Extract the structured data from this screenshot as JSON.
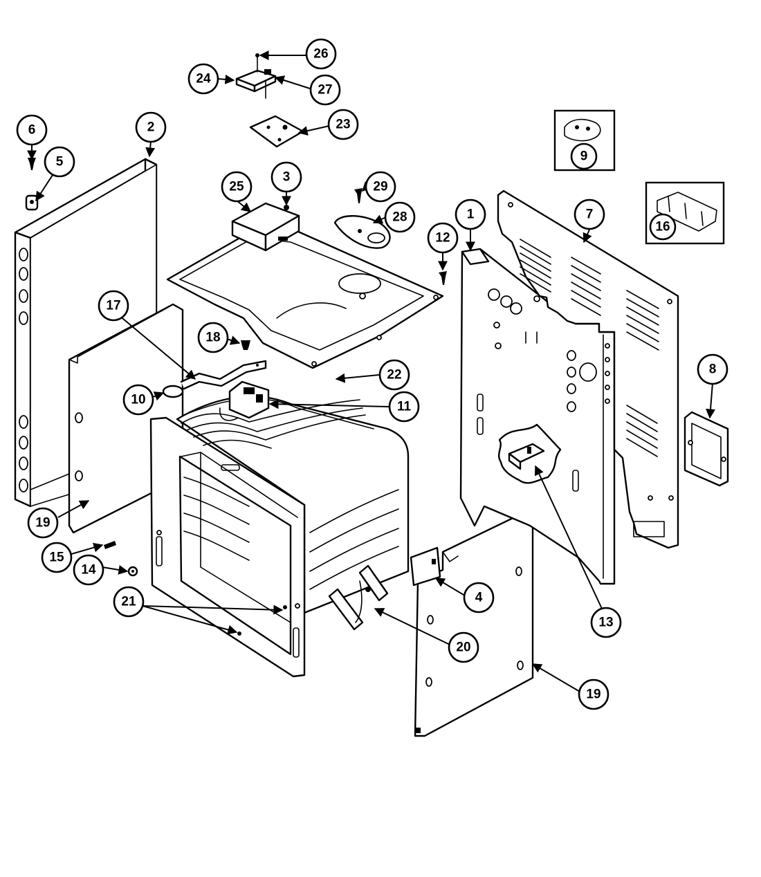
{
  "callouts": {
    "c1": "1",
    "c2": "2",
    "c3": "3",
    "c4": "4",
    "c5": "5",
    "c6": "6",
    "c7": "7",
    "c8": "8",
    "c9": "9",
    "c10": "10",
    "c11": "11",
    "c12": "12",
    "c13": "13",
    "c14": "14",
    "c15": "15",
    "c16": "16",
    "c17": "17",
    "c18": "18",
    "c19a": "19",
    "c19b": "19",
    "c20": "20",
    "c21": "21",
    "c22": "22",
    "c23": "23",
    "c24": "24",
    "c25": "25",
    "c26": "26",
    "c27": "27",
    "c28": "28",
    "c29": "29"
  },
  "colors": {
    "line": "#000000",
    "paper": "#ffffff"
  }
}
